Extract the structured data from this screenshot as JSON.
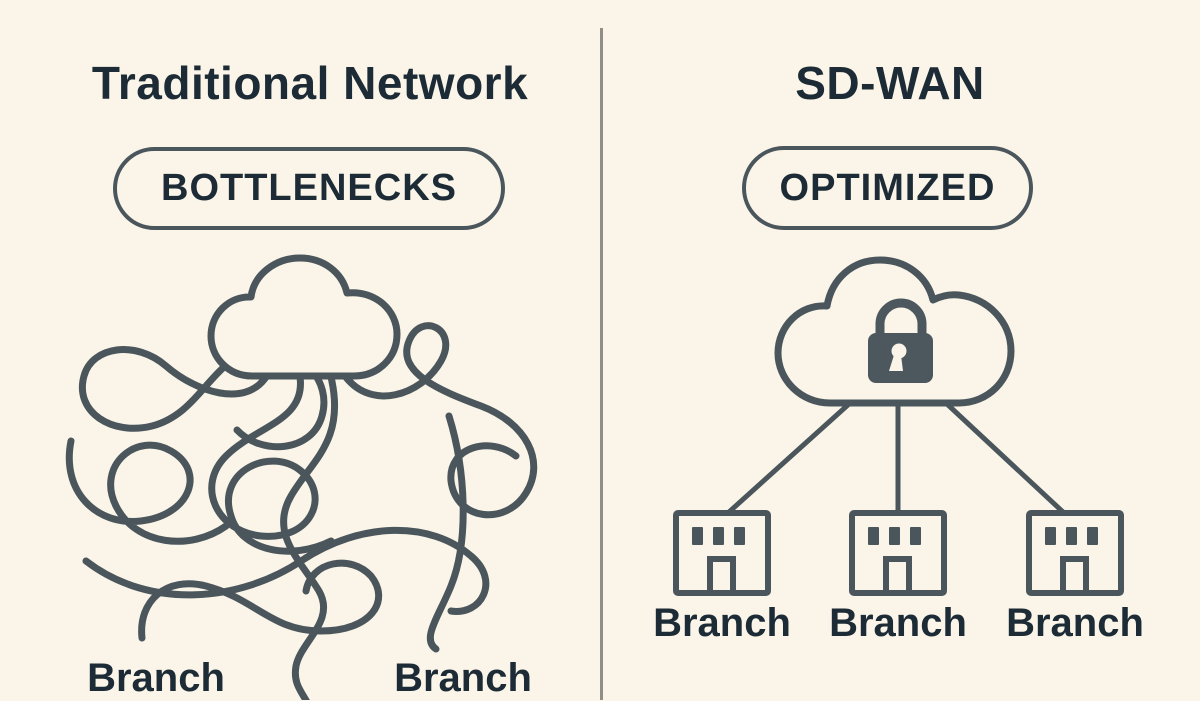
{
  "meta": {
    "background_color": "#faf5e8",
    "line_color": "#4b565c",
    "text_color": "#1c2b36",
    "divider_color": "#8f8e86"
  },
  "left_panel": {
    "title": "Traditional Network",
    "badge_label": "BOTTLENECKS",
    "icons": [
      "cloud-icon",
      "tangled-wires-icon"
    ],
    "branch_labels": [
      "Branch",
      "Branch"
    ]
  },
  "right_panel": {
    "title": "SD-WAN",
    "badge_label": "OPTIMIZED",
    "icons": [
      "secure-cloud-icon",
      "lock-icon",
      "branch-building-icon"
    ],
    "branch_labels": [
      "Branch",
      "Branch",
      "Branch"
    ]
  }
}
